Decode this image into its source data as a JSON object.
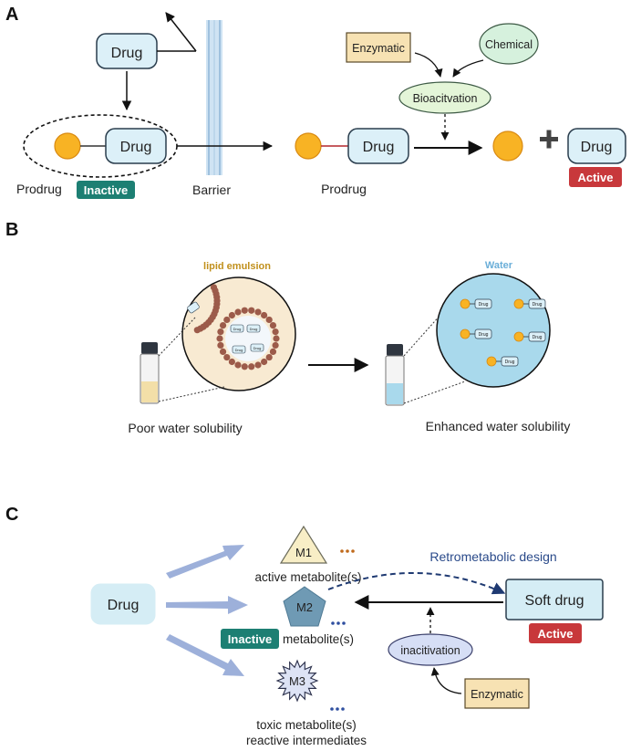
{
  "panels": {
    "a": "A",
    "b": "B",
    "c": "C"
  },
  "panel_a": {
    "drug_top": "Drug",
    "drug_prodrug_left": "Drug",
    "prodrug_label": "Prodrug",
    "inactive_badge": "Inactive",
    "barrier_label": "Barrier",
    "drug_prodrug_mid": "Drug",
    "prodrug_label_mid": "Prodrug",
    "enzymatic": "Enzymatic",
    "chemical": "Chemical",
    "bioactivation": "Bioacitvation",
    "drug_active": "Drug",
    "active_badge": "Active"
  },
  "panel_b": {
    "lipid_emulsion": "lipid emulsion",
    "water": "Water",
    "mini_drug": "Drug",
    "poor": "Poor water solubility",
    "enhanced": "Enhanced water solubility"
  },
  "panel_c": {
    "m1": "M1",
    "m2": "M2",
    "m3": "M3",
    "active_metabolites": "active metabolite(s)",
    "inactive_badge": "Inactive",
    "metabolites": "metabolite(s)",
    "toxic": "toxic metabolite(s)",
    "reactive": "reactive intermediates",
    "drug": "Drug",
    "soft_drug": "Soft drug",
    "active_badge": "Active",
    "retrometabolic": "Retrometabolic design",
    "inacitivation": "inacitivation",
    "enzymatic": "Enzymatic"
  },
  "colors": {
    "prodrug_yellow": "#f8b324",
    "drug_fill": "#dcf0f8",
    "inactive_green": "#1d7f73",
    "active_red": "#c8383b",
    "arrow_blue": "#9db0da",
    "dashed_navy": "#1f3a72",
    "lipid_brown": "#9c5b4a",
    "water_blue": "#a9d9ec"
  }
}
